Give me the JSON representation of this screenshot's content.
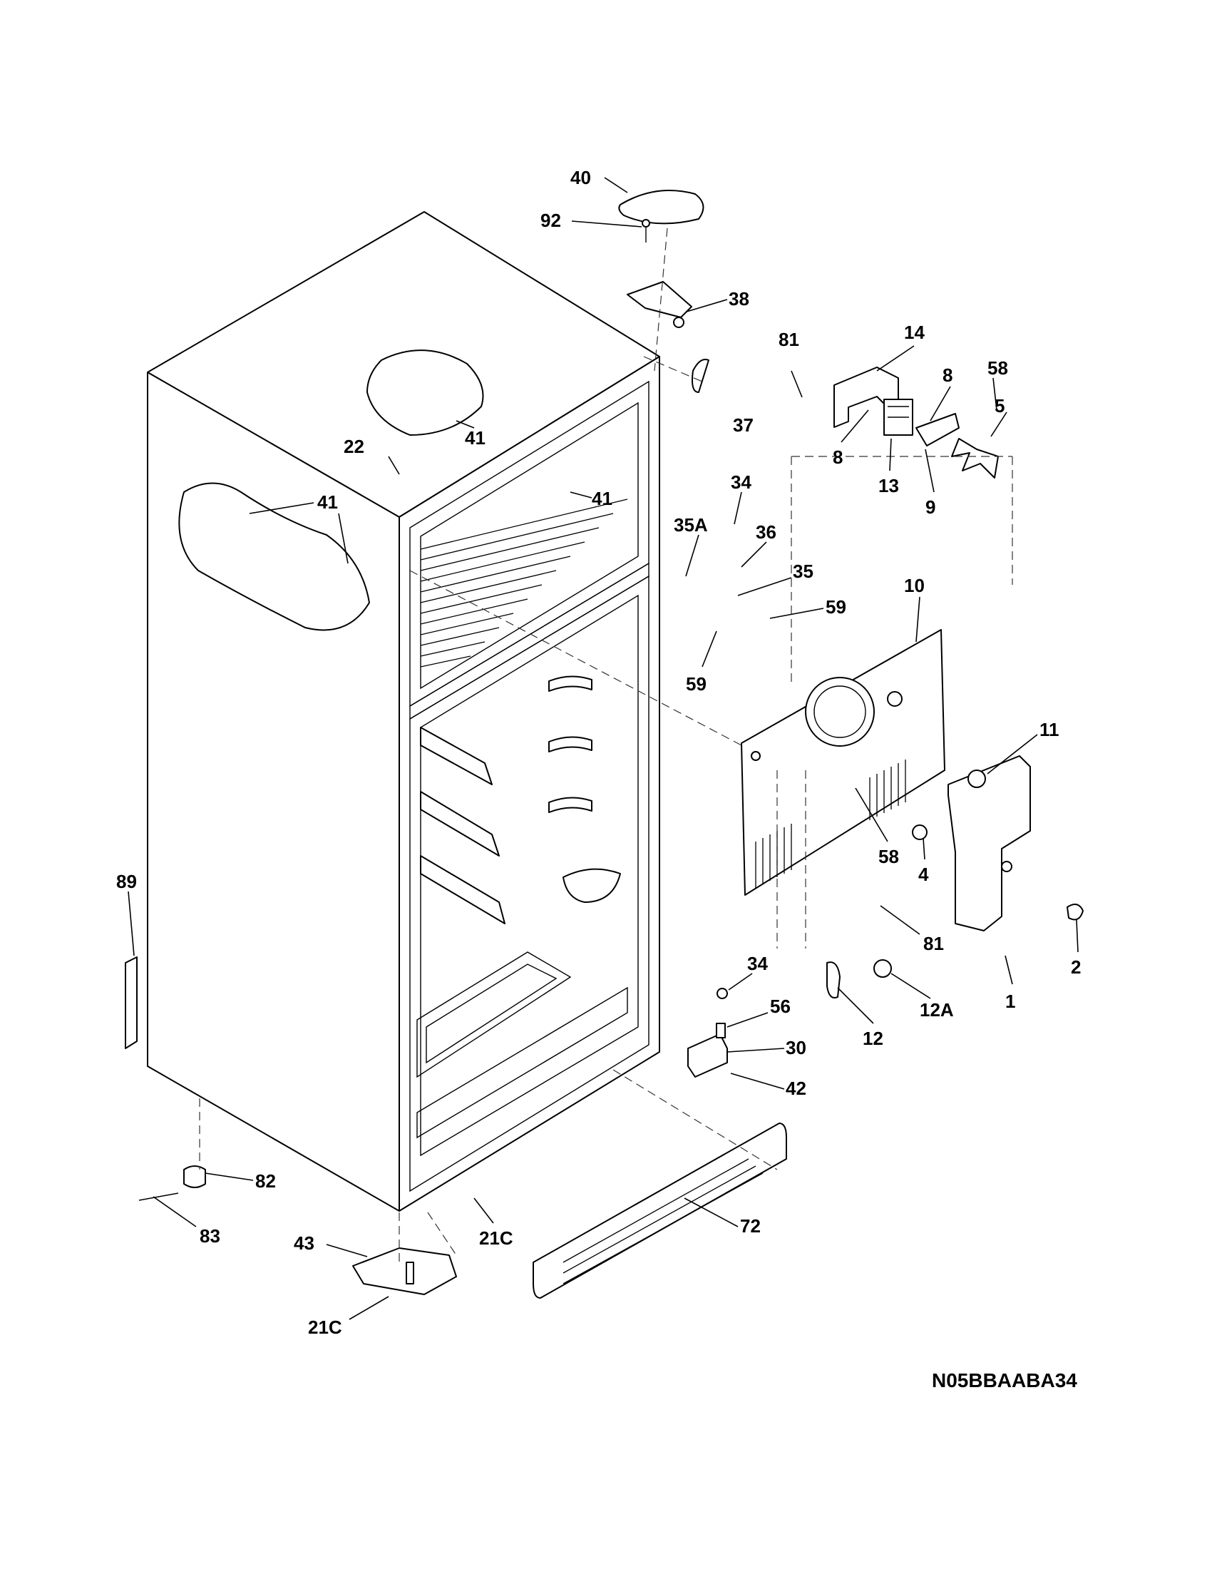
{
  "drawing_code": "N05BBAABA34",
  "callouts": {
    "p40": "40",
    "p92": "92",
    "p38": "38",
    "p37": "37",
    "p81a": "81",
    "p14": "14",
    "p8a": "8",
    "p58a": "58",
    "p5": "5",
    "p8b": "8",
    "p13": "13",
    "p9": "9",
    "p22": "22",
    "p41a": "41",
    "p41b": "41",
    "p41c": "41",
    "p34a": "34",
    "p35A": "35A",
    "p36": "36",
    "p35": "35",
    "p59a": "59",
    "p59b": "59",
    "p10": "10",
    "p11": "11",
    "p58b": "58",
    "p4": "4",
    "p81b": "81",
    "p2": "2",
    "p1": "1",
    "p89": "89",
    "p34b": "34",
    "p56": "56",
    "p30": "30",
    "p42": "42",
    "p12": "12",
    "p12A": "12A",
    "p82": "82",
    "p83": "83",
    "p21Ca": "21C",
    "p72": "72",
    "p43": "43",
    "p21Cb": "21C"
  }
}
